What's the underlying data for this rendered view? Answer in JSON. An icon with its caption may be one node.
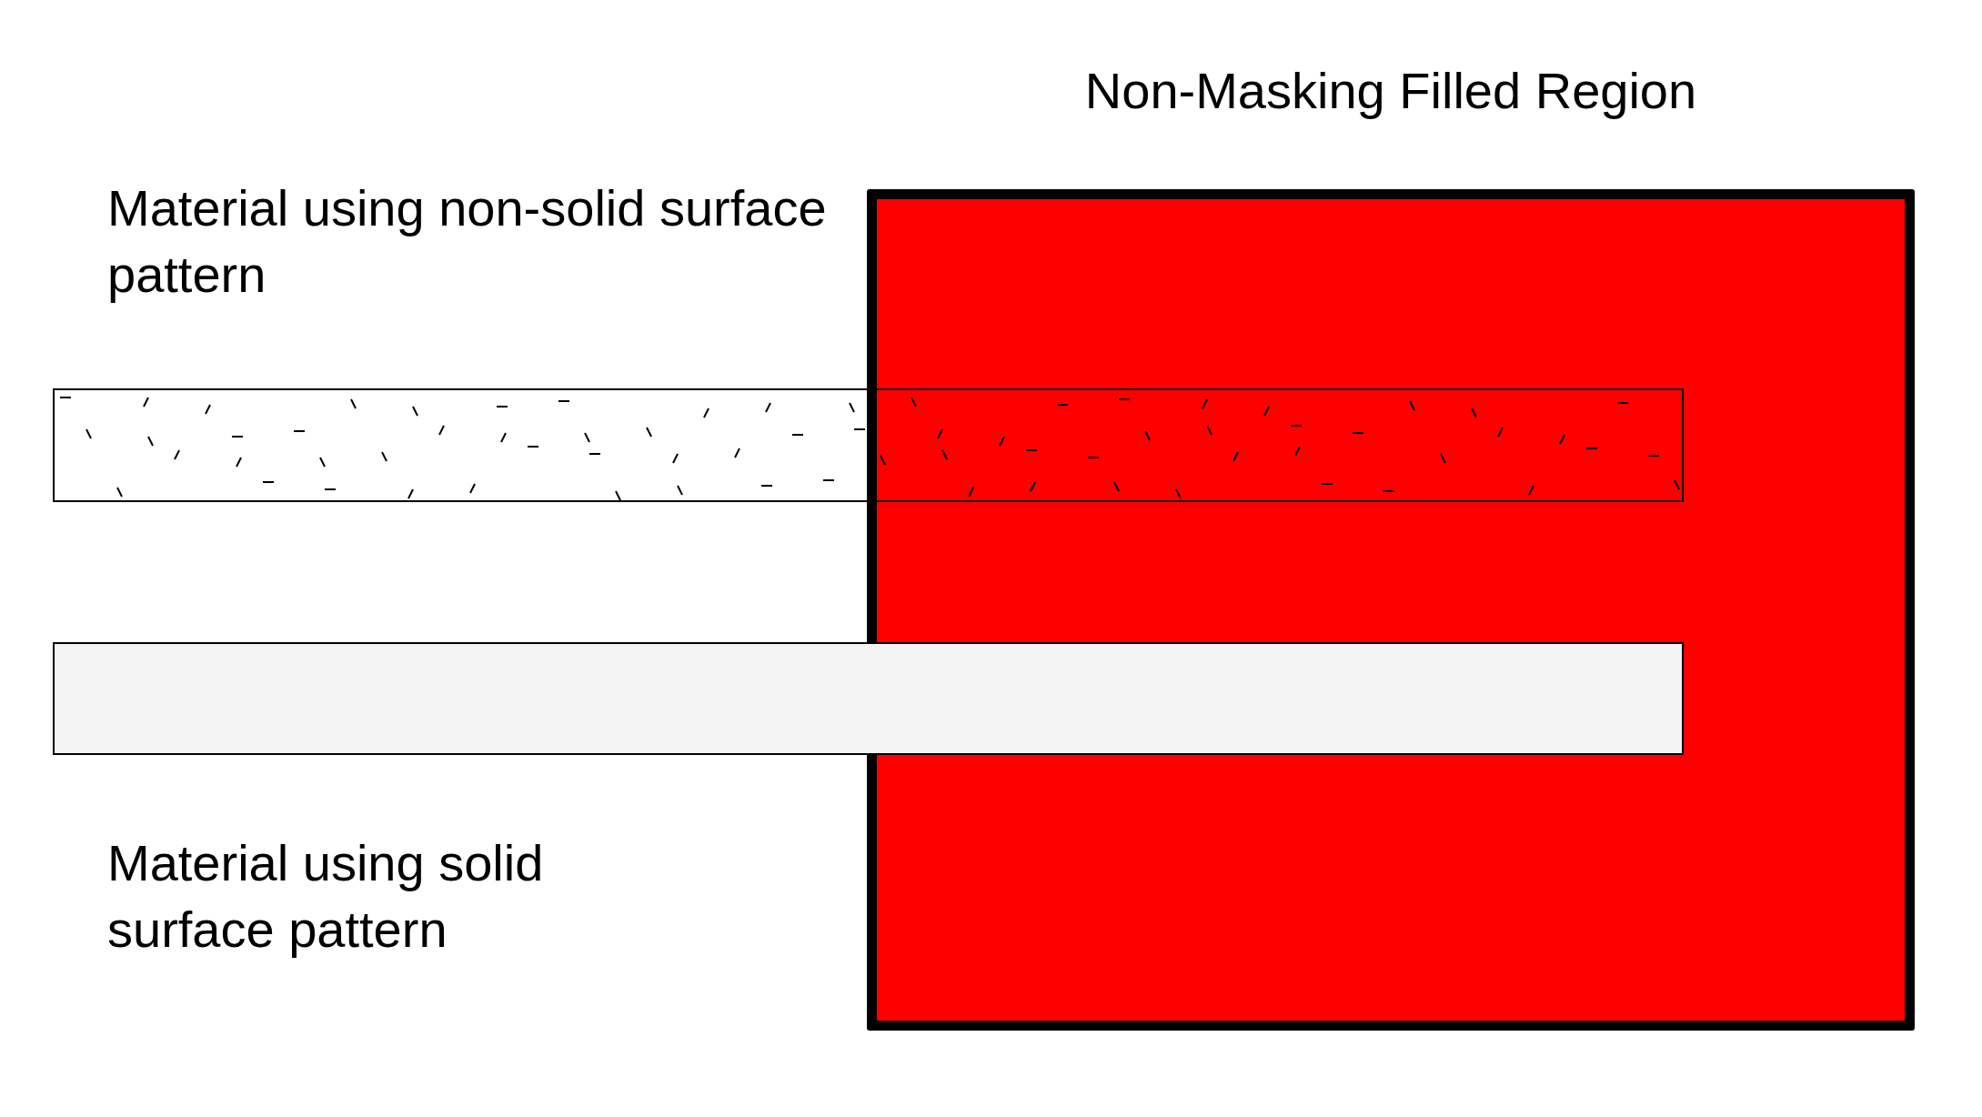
{
  "diagram": {
    "nodes": [
      {
        "text": [
          "Non-Masking Filled Region"
        ]
      },
      {
        "text": [],
        "shape": "bar"
      },
      {
        "text": [],
        "shape": "bar"
      }
    ],
    "labels": [
      "Material using non-solid surface pattern",
      "Material using solid surface pattern"
    ]
  }
}
